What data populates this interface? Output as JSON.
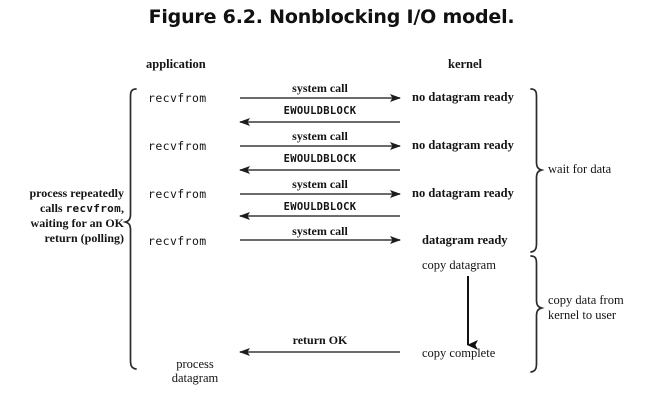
{
  "figure": {
    "title": "Figure 6.2. Nonblocking I/O model.",
    "columns": {
      "left": "application",
      "right": "kernel"
    },
    "left_note_lines": [
      "process repeatedly",
      "calls recvfrom,",
      "waiting for an OK",
      "return (polling)"
    ],
    "left_note": {
      "line1": "process repeatedly",
      "line2_prefix": "calls ",
      "line2_code": "recvfrom",
      "line2_suffix": ",",
      "line3": "waiting for an OK",
      "line4": "return (polling)"
    },
    "application_calls": [
      "recvfrom",
      "recvfrom",
      "recvfrom",
      "recvfrom"
    ],
    "kernel_states": [
      "no datagram ready",
      "no datagram ready",
      "no datagram ready",
      "datagram ready"
    ],
    "arrows": [
      {
        "label": "system call",
        "direction": "right",
        "style": "serif"
      },
      {
        "label": "EWOULDBLOCK",
        "direction": "left",
        "style": "mono"
      },
      {
        "label": "system call",
        "direction": "right",
        "style": "serif"
      },
      {
        "label": "EWOULDBLOCK",
        "direction": "left",
        "style": "mono"
      },
      {
        "label": "system call",
        "direction": "right",
        "style": "serif"
      },
      {
        "label": "EWOULDBLOCK",
        "direction": "left",
        "style": "mono"
      },
      {
        "label": "system call",
        "direction": "right",
        "style": "serif"
      }
    ],
    "copy_phase": {
      "start": "copy datagram",
      "end": "copy complete"
    },
    "return_arrow": {
      "label": "return OK",
      "direction": "left"
    },
    "process_result": {
      "line1": "process",
      "line2": "datagram"
    },
    "right_braces": [
      {
        "label": "wait for data"
      },
      {
        "label_line1": "copy data from",
        "label_line2": "kernel to user"
      }
    ],
    "colors": {
      "background": "#ffffff",
      "ink": "#141414",
      "line": "#2b2b2b",
      "title": "#111111"
    }
  }
}
